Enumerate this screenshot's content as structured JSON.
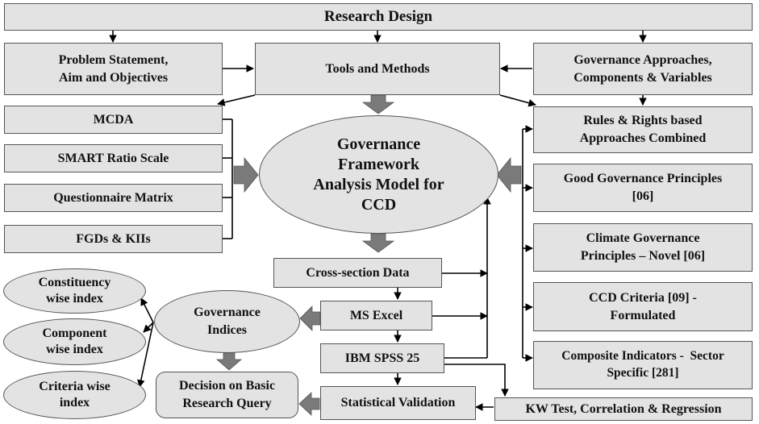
{
  "diagram": {
    "title": "Research Design",
    "problem_statement": [
      "Problem Statement,",
      "Aim and Objectives"
    ],
    "tools_methods": "Tools and Methods",
    "governance_approaches": [
      "Governance Approaches,",
      "Components & Variables"
    ],
    "left_tools": [
      "MCDA",
      "SMART Ratio Scale",
      "Questionnaire Matrix",
      "FGDs & KIIs"
    ],
    "central_model": [
      "Governance",
      "Framework",
      "Analysis Model for",
      "CCD"
    ],
    "right_items": [
      [
        "Rules & Rights based",
        "Approaches Combined"
      ],
      [
        "Good Governance Principles",
        "[06]"
      ],
      [
        "Climate Governance",
        "Principles – Novel [06]"
      ],
      [
        "CCD Criteria [09] -",
        "Formulated"
      ],
      [
        "Composite Indicators -  Sector",
        "Specific [281]"
      ]
    ],
    "process_steps": [
      "Cross-section Data",
      "MS Excel",
      "IBM SPSS 25",
      "Statistical Validation"
    ],
    "kw_test": "KW Test, Correlation & Regression",
    "governance_indices": [
      "Governance",
      "Indices"
    ],
    "indices": [
      [
        "Constituency",
        "wise index"
      ],
      [
        "Component",
        "wise index"
      ],
      [
        "Criteria wise",
        "index"
      ]
    ],
    "decision": [
      "Decision on Basic",
      "Research Query"
    ]
  },
  "colors": {
    "box_fill": "#e3e3e3",
    "border": "#555555",
    "connector": "#000000",
    "block_arrow": "#7a7a7a"
  }
}
